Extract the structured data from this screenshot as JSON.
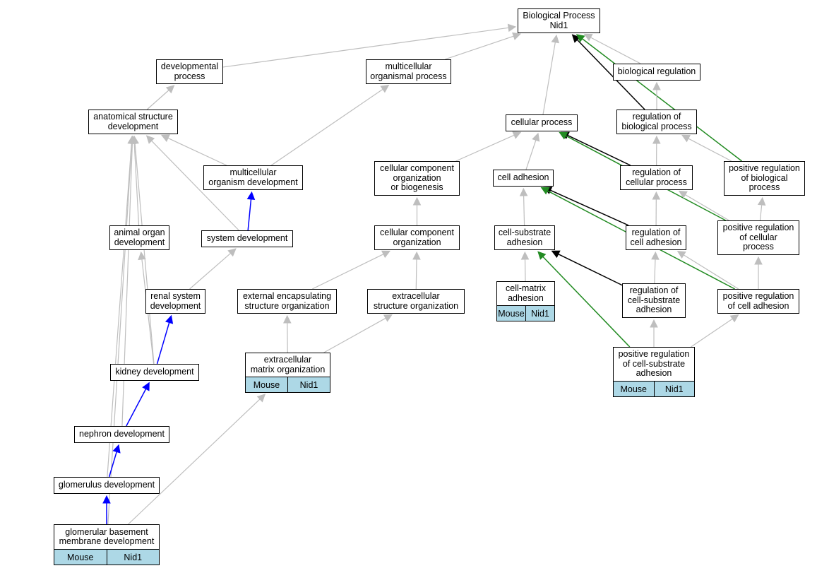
{
  "colors": {
    "is_a": "#bebebe",
    "part_of": "#0000ff",
    "regulates": "#000000",
    "positively_regulates": "#228b22",
    "annotation": "#add8e6"
  },
  "nodes": [
    {
      "id": "bp",
      "label": "Biological Process\nNid1"
    },
    {
      "id": "dev",
      "label": "developmental\nprocess"
    },
    {
      "id": "mop",
      "label": "multicellular\norganismal process"
    },
    {
      "id": "breg",
      "label": "biological regulation"
    },
    {
      "id": "asd",
      "label": "anatomical structure\ndevelopment"
    },
    {
      "id": "cp",
      "label": "cellular process"
    },
    {
      "id": "rbp",
      "label": "regulation of\nbiological process"
    },
    {
      "id": "cco_b",
      "label": "cellular component\norganization\nor biogenesis"
    },
    {
      "id": "mod",
      "label": "multicellular\norganism development"
    },
    {
      "id": "ca",
      "label": "cell adhesion"
    },
    {
      "id": "rcp",
      "label": "regulation of\ncellular process"
    },
    {
      "id": "prbp",
      "label": "positive regulation\nof biological\nprocess"
    },
    {
      "id": "aod",
      "label": "animal organ\ndevelopment"
    },
    {
      "id": "sd",
      "label": "system development"
    },
    {
      "id": "cco",
      "label": "cellular component\norganization"
    },
    {
      "id": "csa",
      "label": "cell-substrate\nadhesion"
    },
    {
      "id": "rca",
      "label": "regulation of\ncell adhesion"
    },
    {
      "id": "prcp",
      "label": "positive regulation\nof cellular\nprocess"
    },
    {
      "id": "rsd",
      "label": "renal system\ndevelopment"
    },
    {
      "id": "eso",
      "label": "external encapsulating\nstructure organization"
    },
    {
      "id": "exso",
      "label": "extracellular\nstructure organization"
    },
    {
      "id": "cma",
      "label": "cell-matrix\nadhesion",
      "annotations": [
        "Mouse",
        "Nid1"
      ]
    },
    {
      "id": "rcsa",
      "label": "regulation of\ncell-substrate\nadhesion"
    },
    {
      "id": "prca",
      "label": "positive regulation\nof cell adhesion"
    },
    {
      "id": "kd",
      "label": "kidney development"
    },
    {
      "id": "emo",
      "label": "extracellular\nmatrix organization",
      "annotations": [
        "Mouse",
        "Nid1"
      ]
    },
    {
      "id": "prcsa",
      "label": "positive regulation\nof cell-substrate\nadhesion",
      "annotations": [
        "Mouse",
        "Nid1"
      ]
    },
    {
      "id": "nd",
      "label": "nephron development"
    },
    {
      "id": "gd",
      "label": "glomerulus development"
    },
    {
      "id": "gbmd",
      "label": "glomerular basement\nmembrane development",
      "annotations": [
        "Mouse",
        "Nid1"
      ]
    }
  ],
  "edges": [
    {
      "from": "dev",
      "to": "bp",
      "type": "is_a"
    },
    {
      "from": "mop",
      "to": "bp",
      "type": "is_a"
    },
    {
      "from": "cp",
      "to": "bp",
      "type": "is_a"
    },
    {
      "from": "breg",
      "to": "bp",
      "type": "is_a"
    },
    {
      "from": "rbp",
      "to": "bp",
      "type": "regulates"
    },
    {
      "from": "prbp",
      "to": "bp",
      "type": "positively_regulates"
    },
    {
      "from": "asd",
      "to": "dev",
      "type": "is_a"
    },
    {
      "from": "mod",
      "to": "mop",
      "type": "is_a"
    },
    {
      "from": "rbp",
      "to": "breg",
      "type": "is_a"
    },
    {
      "from": "mod",
      "to": "asd",
      "type": "is_a"
    },
    {
      "from": "aod",
      "to": "asd",
      "type": "is_a"
    },
    {
      "from": "sd",
      "to": "asd",
      "type": "is_a"
    },
    {
      "from": "kd",
      "to": "asd",
      "type": "is_a"
    },
    {
      "from": "nd",
      "to": "asd",
      "type": "is_a"
    },
    {
      "from": "gd",
      "to": "asd",
      "type": "is_a"
    },
    {
      "from": "gbmd",
      "to": "asd",
      "type": "is_a"
    },
    {
      "from": "sd",
      "to": "mod",
      "type": "part_of"
    },
    {
      "from": "cco_b",
      "to": "cp",
      "type": "is_a"
    },
    {
      "from": "ca",
      "to": "cp",
      "type": "is_a"
    },
    {
      "from": "rcp",
      "to": "cp",
      "type": "regulates"
    },
    {
      "from": "prcp",
      "to": "cp",
      "type": "positively_regulates"
    },
    {
      "from": "rcp",
      "to": "rbp",
      "type": "is_a"
    },
    {
      "from": "prbp",
      "to": "rbp",
      "type": "is_a"
    },
    {
      "from": "cco",
      "to": "cco_b",
      "type": "is_a"
    },
    {
      "from": "csa",
      "to": "ca",
      "type": "is_a"
    },
    {
      "from": "rca",
      "to": "ca",
      "type": "regulates"
    },
    {
      "from": "prca",
      "to": "ca",
      "type": "positively_regulates"
    },
    {
      "from": "rca",
      "to": "rcp",
      "type": "is_a"
    },
    {
      "from": "prcp",
      "to": "rcp",
      "type": "is_a"
    },
    {
      "from": "prcp",
      "to": "prbp",
      "type": "is_a"
    },
    {
      "from": "kd",
      "to": "aod",
      "type": "is_a"
    },
    {
      "from": "rsd",
      "to": "sd",
      "type": "is_a"
    },
    {
      "from": "eso",
      "to": "cco",
      "type": "is_a"
    },
    {
      "from": "exso",
      "to": "cco",
      "type": "is_a"
    },
    {
      "from": "cma",
      "to": "csa",
      "type": "is_a"
    },
    {
      "from": "rcsa",
      "to": "csa",
      "type": "regulates"
    },
    {
      "from": "prcsa",
      "to": "csa",
      "type": "positively_regulates"
    },
    {
      "from": "rcsa",
      "to": "rca",
      "type": "is_a"
    },
    {
      "from": "prca",
      "to": "rca",
      "type": "is_a"
    },
    {
      "from": "prca",
      "to": "prcp",
      "type": "is_a"
    },
    {
      "from": "kd",
      "to": "rsd",
      "type": "part_of"
    },
    {
      "from": "emo",
      "to": "eso",
      "type": "is_a"
    },
    {
      "from": "emo",
      "to": "exso",
      "type": "is_a"
    },
    {
      "from": "prcsa",
      "to": "rcsa",
      "type": "is_a"
    },
    {
      "from": "prcsa",
      "to": "prca",
      "type": "is_a"
    },
    {
      "from": "nd",
      "to": "kd",
      "type": "part_of"
    },
    {
      "from": "gd",
      "to": "nd",
      "type": "part_of"
    },
    {
      "from": "gbmd",
      "to": "gd",
      "type": "part_of"
    },
    {
      "from": "gbmd",
      "to": "emo",
      "type": "is_a"
    }
  ]
}
